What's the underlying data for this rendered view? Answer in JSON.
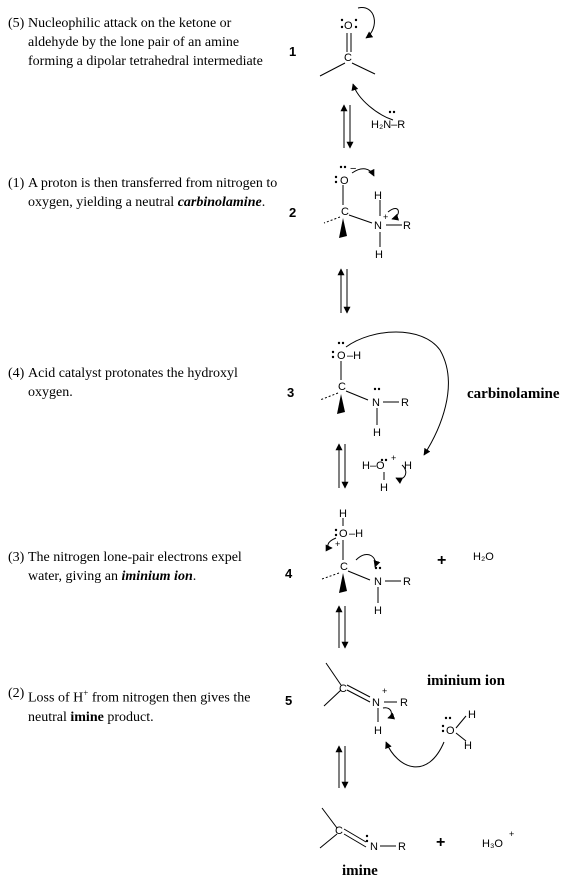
{
  "steps": [
    {
      "num": "(5)",
      "text": "Nucleophilic attack on the ketone or aldehyde by the lone pair of an amine forming a dipolar tetrahedral intermediate"
    },
    {
      "num": "(1)",
      "pre": "A proton is then transferred from nitrogen to oxygen, yielding a neutral ",
      "em": "carbinolamine",
      "post": "."
    },
    {
      "num": "(4)",
      "text": "Acid catalyst protonates the hydroxyl oxygen."
    },
    {
      "num": "(3)",
      "pre": "The nitrogen lone-pair electrons expel water, giving an ",
      "em": "iminium ion",
      "post": "."
    },
    {
      "num": "(2)",
      "pre": "Loss of H",
      "sup": "+",
      "mid": " from nitrogen then gives the neutral ",
      "strong": "imine",
      "post": " product."
    }
  ],
  "structure_numbers": [
    "1",
    "2",
    "3",
    "4",
    "5"
  ],
  "labels": {
    "carbinolamine": "carbinolamine",
    "iminium": "iminium ion",
    "imine": "imine"
  },
  "atoms": {
    "O": "O",
    "C": "C",
    "N": "N",
    "H": "H",
    "R": "R",
    "minus": "−",
    "plus": "+",
    "bond": "–"
  },
  "reagents": {
    "amine": "H₂N–R",
    "hydronium_left": "H–O",
    "water_product": "H₂O",
    "hydronium_product": "H₃O",
    "plus_sign": "+"
  }
}
